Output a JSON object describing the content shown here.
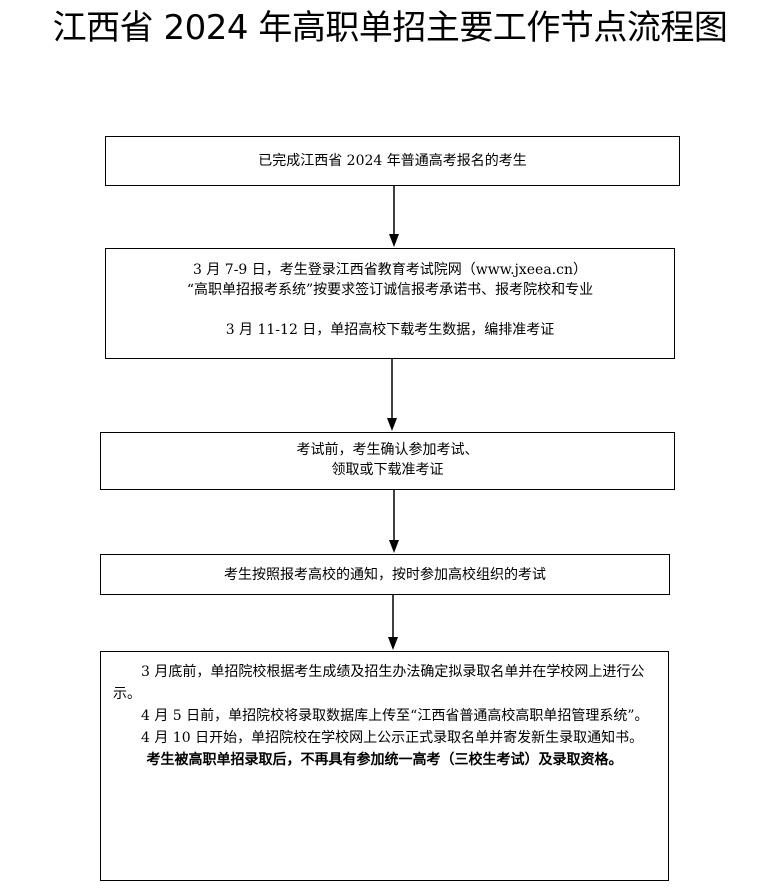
{
  "title": "江西省 2024 年高职单招主要工作节点流程图",
  "step1": {
    "text": "已完成江西省 2024 年普通高考报名的考生"
  },
  "step2": {
    "line1": "3 月 7-9 日，考生登录江西省教育考试院网（www.jxeea.cn）",
    "line2": "“高职单招报考系统”按要求签订诚信报考承诺书、报考院校和专业",
    "line3": "3 月 11-12 日，单招高校下载考生数据，编排准考证"
  },
  "step3": {
    "line1": "考试前，考生确认参加考试、",
    "line2": "领取或下载准考证"
  },
  "step4": {
    "text": "考生按照报考高校的通知，按时参加高校组织的考试"
  },
  "step5": {
    "para1": "3 月底前，单招院校根据考生成绩及招生办法确定拟录取名单并在学校网上进行公示。",
    "para2": "4 月 5 日前，单招院校将录取数据库上传至“江西省普通高校高职单招管理系统”。",
    "para3": "4 月 10 日开始，单招院校在学校网上公示正式录取名单并寄发新生录取通知书。",
    "bold_note": "考生被高职单招录取后，不再具有参加统一高考（三校生考试）及录取资格。"
  }
}
